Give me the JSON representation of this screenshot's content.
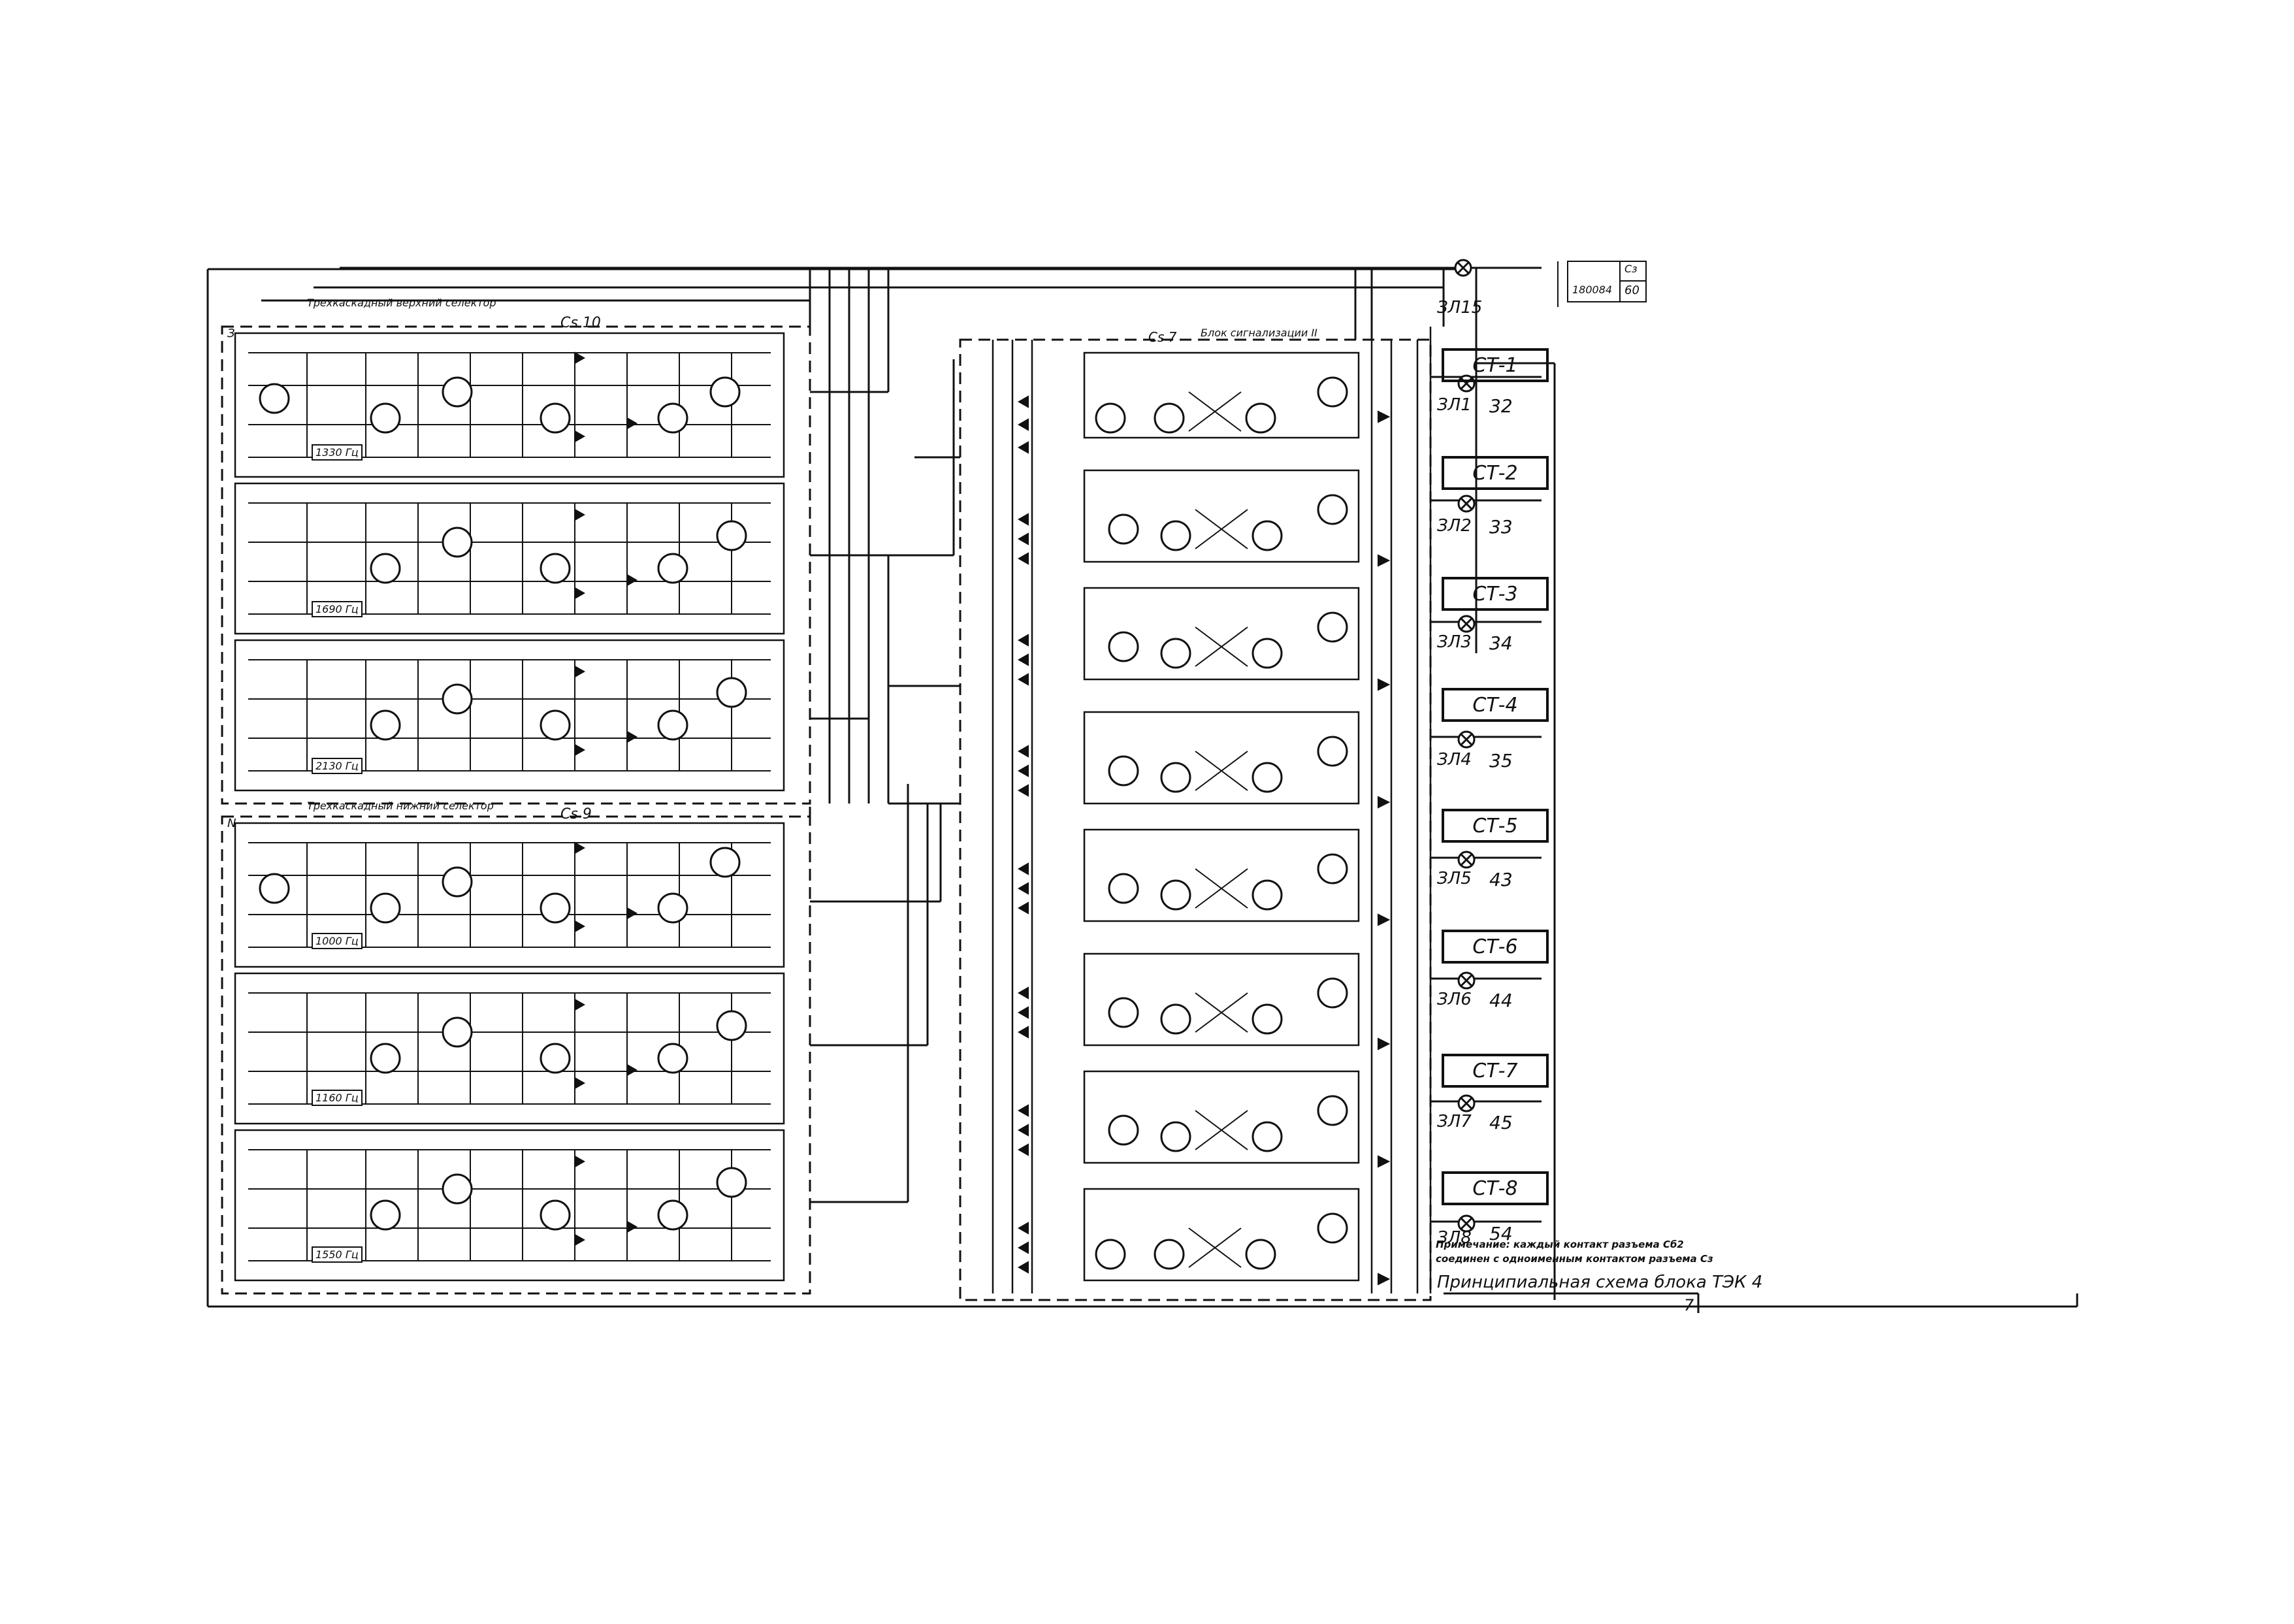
{
  "corner": {
    "top_cell": "Сз",
    "code": "180084",
    "sheet": "60"
  },
  "upper_selector_title": "Трехкаскадный верхний селектор",
  "lower_selector_title": "Трехкаскадный нижний селектор",
  "cs_upper": "Cs 10",
  "cs_lower": "Cs 9",
  "cs_right": "Cs 7",
  "right_block_title": "Блок сигнализации II",
  "block_corner_upper": "З",
  "block_corner_lower": "N",
  "freq_labels": [
    "1330 Гц",
    "1690 Гц",
    "2130 Гц",
    "1000 Гц",
    "1160 Гц",
    "1550 Гц"
  ],
  "channels": [
    {
      "box": "СТ-1",
      "lamp": "ЗЛ1",
      "pin": "32"
    },
    {
      "box": "СТ-2",
      "lamp": "ЗЛ2",
      "pin": "33"
    },
    {
      "box": "СТ-3",
      "lamp": "ЗЛ3",
      "pin": "34"
    },
    {
      "box": "СТ-4",
      "lamp": "ЗЛ4",
      "pin": "35"
    },
    {
      "box": "СТ-5",
      "lamp": "ЗЛ5",
      "pin": "43"
    },
    {
      "box": "СТ-6",
      "lamp": "ЗЛ6",
      "pin": "44"
    },
    {
      "box": "СТ-7",
      "lamp": "ЗЛ7",
      "pin": "45"
    },
    {
      "box": "СТ-8",
      "lamp": "ЗЛ8",
      "pin": "54"
    }
  ],
  "top_lamp": "ЗЛ15",
  "note_line1": "Примечание: каждый контакт разъема Сб2",
  "note_line2": "соединен с одноименным контактом разъема Сз",
  "caption": "Принципиальная схема блока ТЭК 4",
  "page_mark": "7",
  "colors": {
    "ink": "#111111",
    "paper": "#ffffff"
  },
  "icons": [
    "lamp-icon",
    "transistor-icon",
    "diode-icon",
    "resistor-icon",
    "capacitor-icon",
    "coil-icon"
  ]
}
